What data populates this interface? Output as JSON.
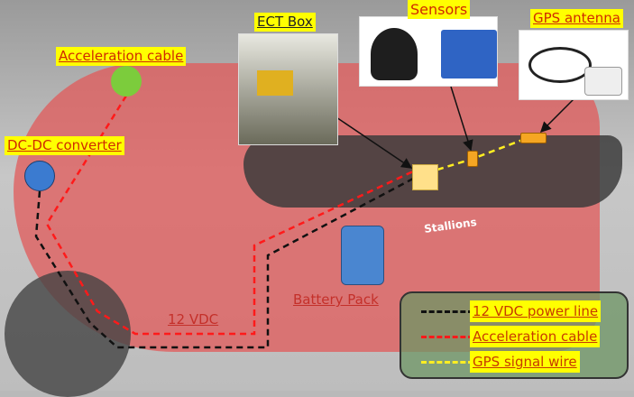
{
  "labels": {
    "acceleration_cable": "Acceleration cable",
    "dc_dc_converter": "DC-DC converter",
    "ect_box": "ECT Box",
    "sensors": "Sensors",
    "gps_antenna": "GPS antenna",
    "vdc": "12 VDC",
    "battery_pack": "Battery Pack",
    "brand": "Stallions"
  },
  "legend": [
    {
      "label": "12 VDC power line",
      "color": "#111111"
    },
    {
      "label": "Acceleration cable",
      "color": "#ff1a1a"
    },
    {
      "label": "GPS signal wire",
      "color": "#ffee22"
    }
  ],
  "colors": {
    "accel_node": "#7ccc3c",
    "dcdc_node": "#3b7bd0",
    "battery": "#4a86d0",
    "ect_node": "#ffe08a",
    "sensor_node": "#f5a623"
  }
}
